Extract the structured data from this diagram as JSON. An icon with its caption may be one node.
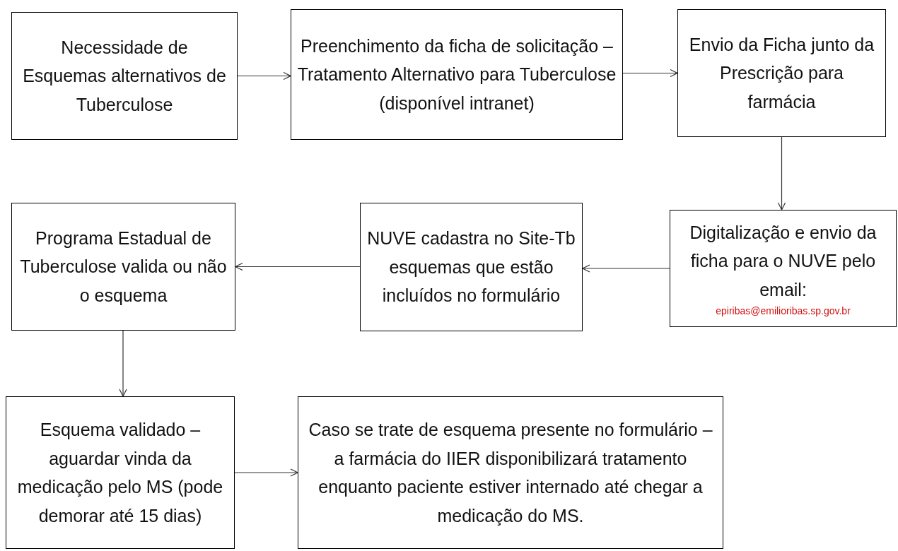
{
  "diagram": {
    "nodes": [
      {
        "text": [
          "Necessidade de Esquemas alternativos de Tuberculose"
        ]
      },
      {
        "text": [
          "Preenchimento da ficha de solicitação –Tratamento Alternativo para Tuberculose (disponível intranet)"
        ]
      },
      {
        "text": [
          "Envio da Ficha junto da Prescrição para farmácia"
        ]
      },
      {
        "text": [
          "Digitalização e envio da ficha para o NUVE pelo email:",
          "epiribas@emilioribas.sp.gov.br"
        ]
      },
      {
        "text": [
          "NUVE cadastra no Site-Tb esquemas que estão incluídos no formulário"
        ]
      },
      {
        "text": [
          "Programa Estadual de Tuberculose valida ou não o esquema"
        ]
      },
      {
        "text": [
          "Esquema validado – aguardar vinda da medicação pelo MS (pode demorar até 15 dias)"
        ]
      },
      {
        "text": [
          "Caso se trate de esquema presente no formulário – a farmácia do IIER disponibilizará tratamento enquanto paciente estiver internado até chegar a medicação do MS."
        ]
      }
    ],
    "edges": [
      {
        "from": 0,
        "to": 1,
        "arrow": "to"
      },
      {
        "from": 1,
        "to": 2,
        "arrow": "to"
      },
      {
        "from": 2,
        "to": 3,
        "arrow": "to"
      },
      {
        "from": 3,
        "to": 4,
        "arrow": "to"
      },
      {
        "from": 4,
        "to": 5,
        "arrow": "to"
      },
      {
        "from": 5,
        "to": 6,
        "arrow": "to"
      },
      {
        "from": 6,
        "to": 7,
        "arrow": "to"
      }
    ]
  }
}
